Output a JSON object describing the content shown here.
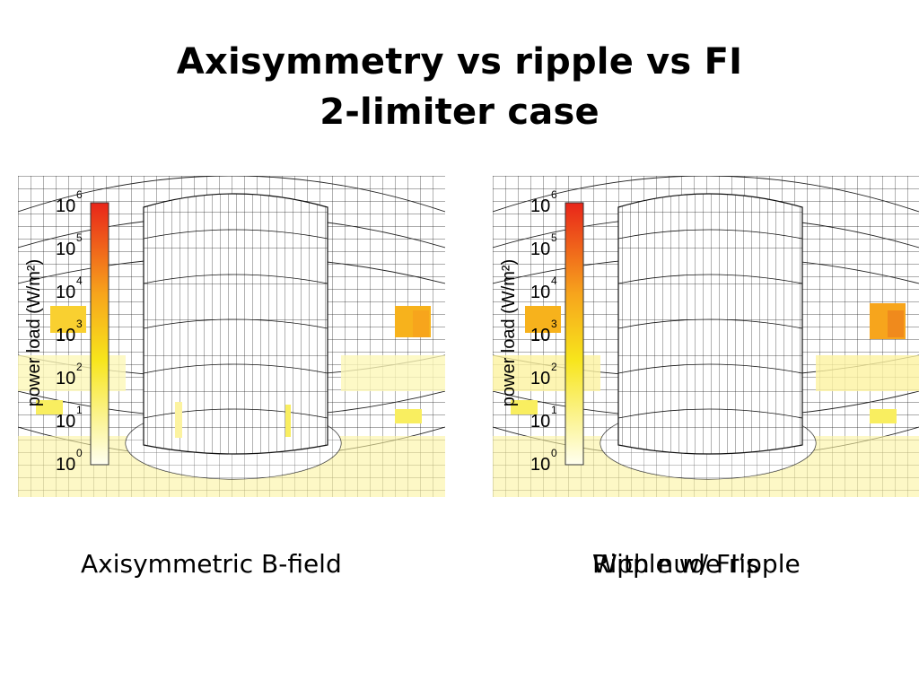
{
  "slide": {
    "title_line1": "Axisymmetry vs ripple vs FI",
    "title_line2": "2-limiter case"
  },
  "left_plot": {
    "caption": "Axisymmetric B-field",
    "colorbar_label": "power load (W/m²)",
    "colorbar_ticks": [
      "10",
      "10",
      "10",
      "10",
      "10",
      "10",
      "10"
    ],
    "colorbar_exponents": [
      "6",
      "5",
      "4",
      "3",
      "2",
      "1",
      "0"
    ]
  },
  "right_plot": {
    "caption_a": "Ripple w/ FI’s",
    "caption_b": "With nude ripple",
    "colorbar_label": "power load (W/m²)",
    "colorbar_ticks": [
      "10",
      "10",
      "10",
      "10",
      "10",
      "10",
      "10"
    ],
    "colorbar_exponents": [
      "6",
      "5",
      "4",
      "3",
      "2",
      "1",
      "0"
    ]
  },
  "colors": {
    "colorbar_top": "#e8251a",
    "colorbar_mid": "#f7e51c",
    "colorbar_bottom": "#fffff0",
    "hot_tile": "#f7b21c",
    "warm_tile": "#f9ee60",
    "cool_tile": "#fcf8b8"
  }
}
